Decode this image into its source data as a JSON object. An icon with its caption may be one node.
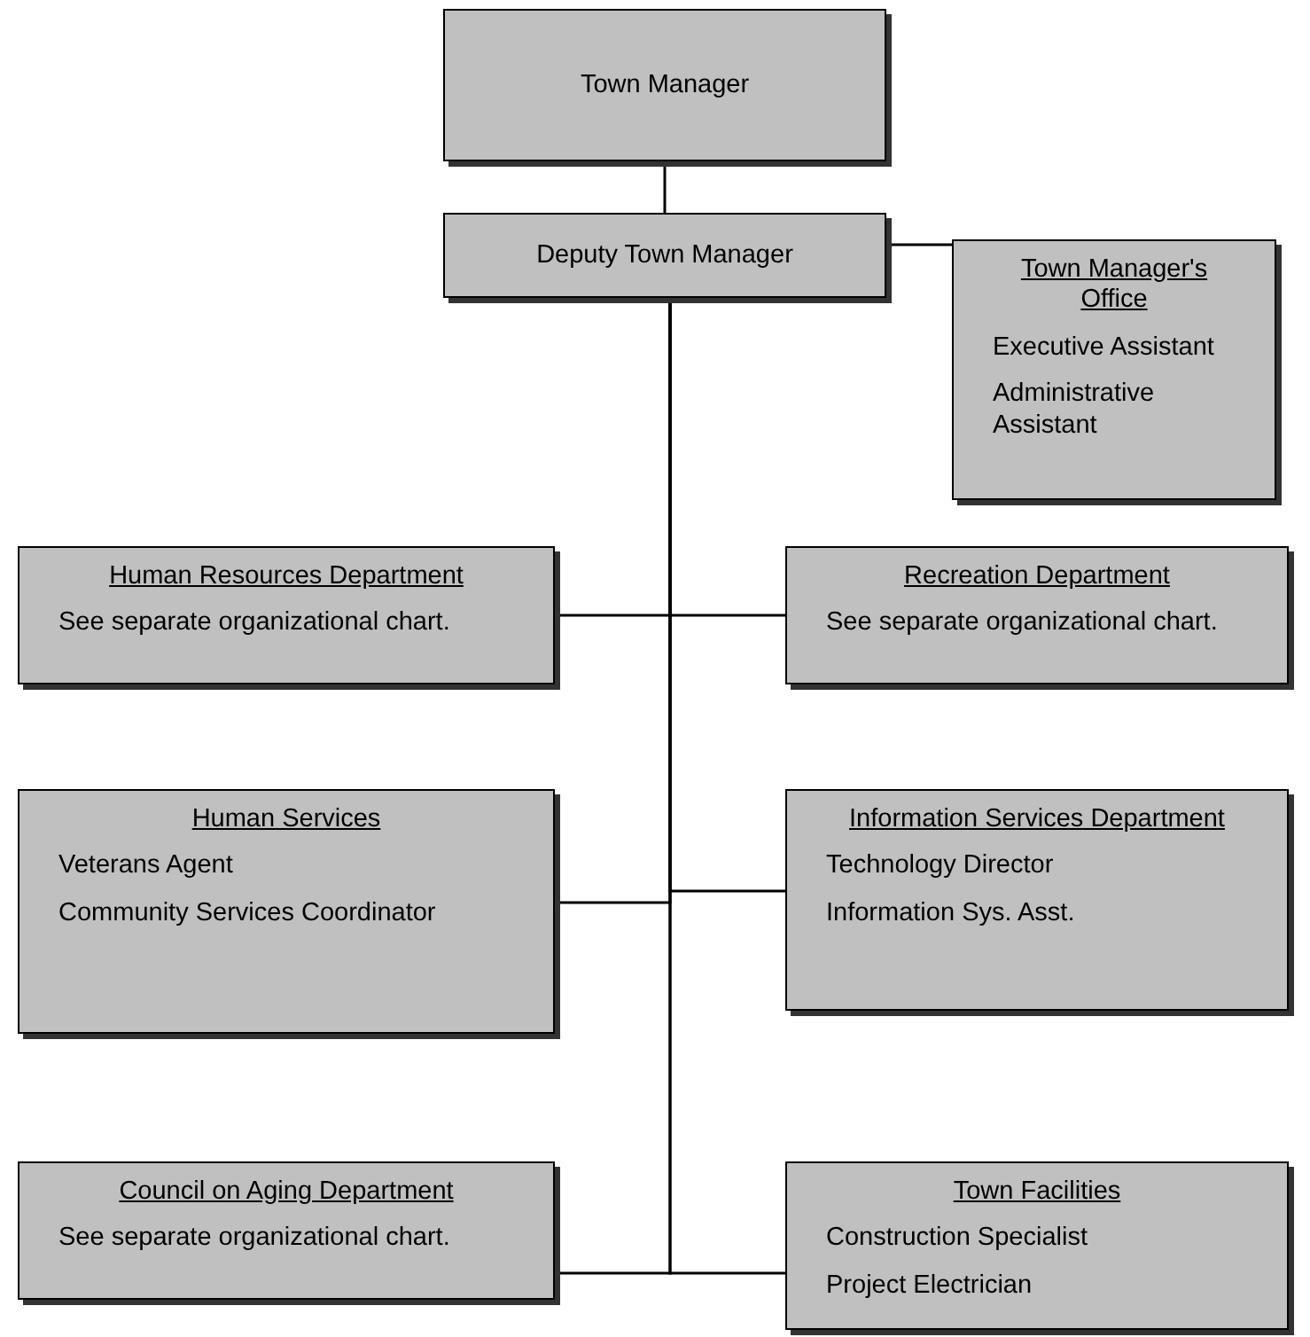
{
  "diagram": {
    "nodes": [
      {
        "text": [
          "Town Manager"
        ]
      },
      {
        "text": [
          "Deputy Town Manager"
        ]
      },
      {
        "text": [
          "Town Manager's Office",
          "Executive Assistant",
          "Administrative Assistant"
        ]
      },
      {
        "text": [
          "Human Resources Department",
          "See separate organizational chart."
        ]
      },
      {
        "text": [
          "Recreation Department",
          "See separate organizational chart."
        ]
      },
      {
        "text": [
          "Human Services",
          "Veterans Agent",
          "Community Services Coordinator"
        ]
      },
      {
        "text": [
          "Information Services Department",
          "Technology Director",
          "Information Sys. Asst."
        ]
      },
      {
        "text": [
          "Council on Aging Department",
          "See separate organizational chart."
        ]
      },
      {
        "text": [
          "Town Facilities",
          "Construction Specialist",
          "Project Electrician"
        ]
      }
    ],
    "edges": [
      {
        "from": 0,
        "to": 1,
        "arrow": "none"
      },
      {
        "from": 1,
        "to": 2,
        "arrow": "none"
      },
      {
        "from": 1,
        "to": 3,
        "arrow": "none"
      },
      {
        "from": 1,
        "to": 4,
        "arrow": "none"
      },
      {
        "from": 1,
        "to": 5,
        "arrow": "none"
      },
      {
        "from": 1,
        "to": 6,
        "arrow": "none"
      },
      {
        "from": 1,
        "to": 7,
        "arrow": "none"
      },
      {
        "from": 1,
        "to": 8,
        "arrow": "none"
      }
    ]
  }
}
